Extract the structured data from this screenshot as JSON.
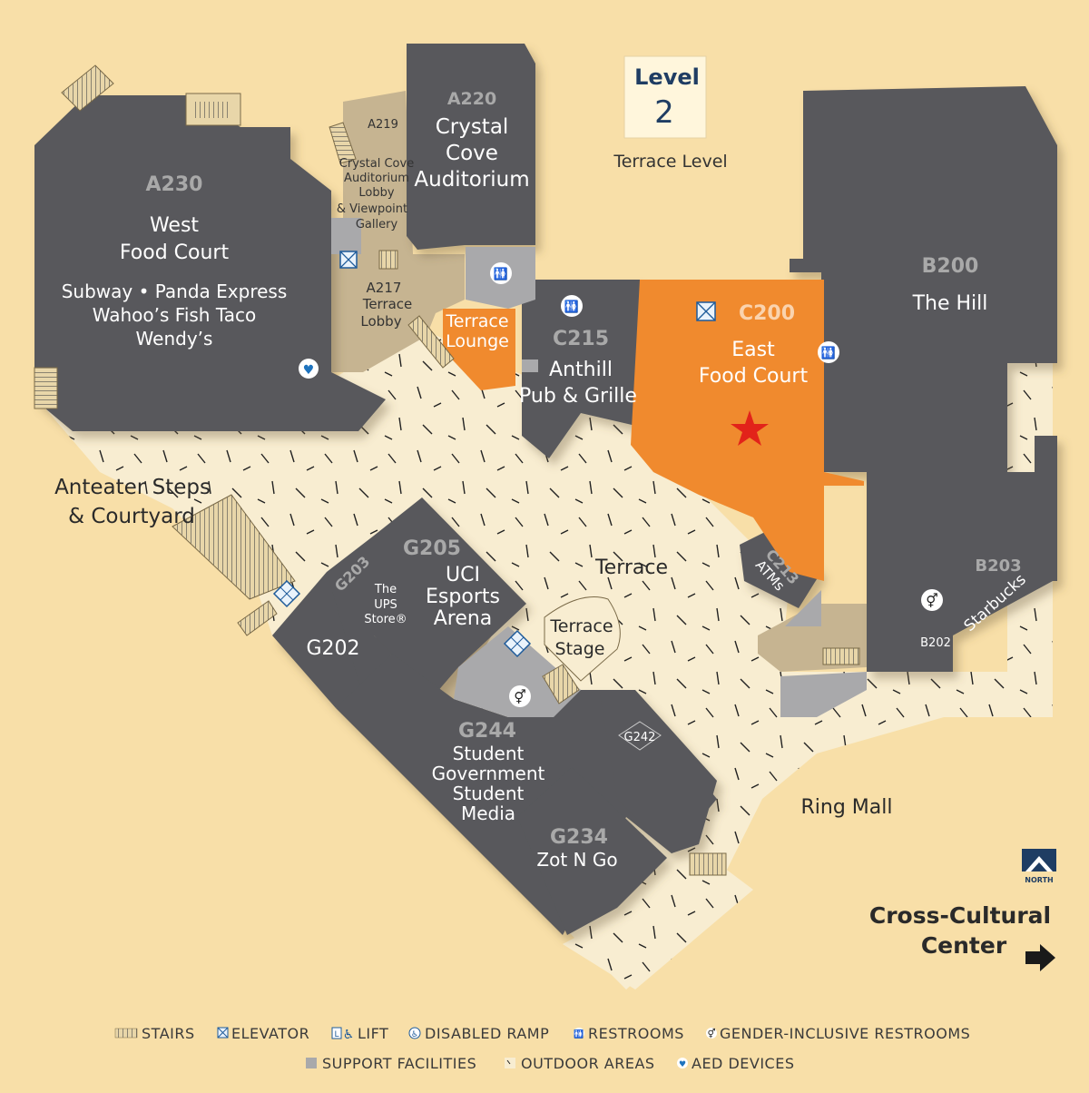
{
  "colors": {
    "background": "#F8DFA8",
    "outdoor": "#F8EDD1",
    "building": "#58595B",
    "highlight": "#F08A2E",
    "support": "#A9A9AB",
    "lobby": "#C6B491",
    "code": "#A9A9A9",
    "star": "#E2231A",
    "north": "#1F3D63"
  },
  "level": {
    "label": "Level",
    "number": "2",
    "subtitle": "Terrace Level"
  },
  "rooms": {
    "a230": {
      "code": "A230",
      "name1": "West",
      "name2": "Food Court",
      "vendors1": "Subway • Panda Express",
      "vendors2": "Wahoo’s Fish Taco",
      "vendors3": "Wendy’s"
    },
    "a220": {
      "code": "A220",
      "name1": "Crystal",
      "name2": "Cove",
      "name3": "Auditorium"
    },
    "a219": {
      "code": "A219",
      "name1": "Crystal Cove",
      "name2": "Auditorium",
      "name3": "Lobby",
      "name4": "& Viewpoint",
      "name5": "Gallery"
    },
    "a217": {
      "code": "A217",
      "name1": "Terrace",
      "name2": "Lobby"
    },
    "terrace_lounge": {
      "name1": "Terrace",
      "name2": "Lounge"
    },
    "c215": {
      "code": "C215",
      "name1": "Anthill",
      "name2": "Pub & Grille"
    },
    "c200": {
      "code": "C200",
      "name1": "East",
      "name2": "Food Court"
    },
    "b200": {
      "code": "B200",
      "name1": "The Hill"
    },
    "c213": {
      "code": "C213",
      "name1": "ATMs"
    },
    "b203": {
      "code": "B203",
      "name1": "Starbucks"
    },
    "b202": {
      "code": "B202"
    },
    "g205": {
      "code": "G205",
      "name1": "UCI",
      "name2": "Esports",
      "name3": "Arena"
    },
    "g203": {
      "code": "G203",
      "name1": "The",
      "name2": "UPS",
      "name3": "Store®"
    },
    "g202": {
      "code": "G202"
    },
    "g244": {
      "code": "G244",
      "name1": "Student",
      "name2": "Government",
      "name3": "Student",
      "name4": "Media"
    },
    "g242": {
      "code": "G242"
    },
    "g234": {
      "code": "G234",
      "name1": "Zot N Go"
    }
  },
  "areas": {
    "terrace": "Terrace",
    "terrace_stage1": "Terrace",
    "terrace_stage2": "Stage",
    "anteater1": "Anteater Steps",
    "anteater2": "& Courtyard",
    "ring_mall": "Ring Mall",
    "cross_cultural1": "Cross-Cultural",
    "cross_cultural2": "Center"
  },
  "north": {
    "label": "NORTH"
  },
  "legend": {
    "stairs": "STAIRS",
    "elevator": "ELEVATOR",
    "lift": "LIFT",
    "ramp": "DISABLED RAMP",
    "restrooms": "RESTROOMS",
    "gender": "GENDER-INCLUSIVE RESTROOMS",
    "support": "SUPPORT FACILITIES",
    "outdoor": "OUTDOOR AREAS",
    "aed": "AED DEVICES"
  }
}
